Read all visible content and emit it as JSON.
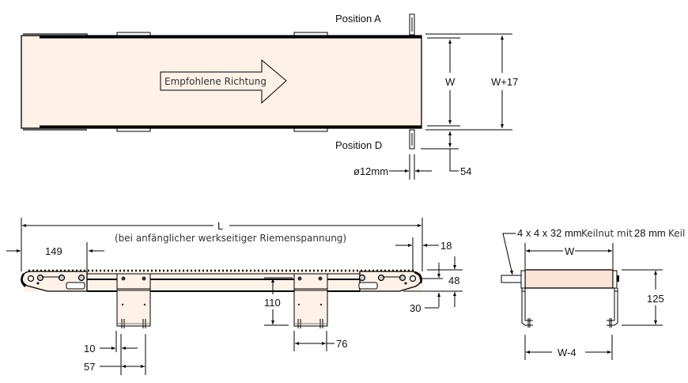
{
  "colors": {
    "belt": "#fdf1e8",
    "line": "#000000",
    "text": "#111111",
    "label": "#333333"
  },
  "top_view": {
    "direction_label": "Empfohlene Richtung",
    "position_a": "Position A",
    "position_d": "Position D",
    "dim_w": "W",
    "dim_w17": "W+17",
    "dim_shaft": "ø12mm",
    "dim_54": "54"
  },
  "side_view": {
    "dim_l": "L",
    "l_note": "(bei anfänglicher werkseitiger Riemenspannung)",
    "dim_149": "149",
    "dim_18": "18",
    "dim_48": "48",
    "dim_30": "30",
    "dim_110": "110",
    "dim_76": "76",
    "dim_10": "10",
    "dim_57": "57"
  },
  "end_view": {
    "key_size": "4 x 4 x 32 mm",
    "key_text1": "Keilnut mit",
    "key_len": "28 mm",
    "key_text2": "Keil",
    "dim_w": "W",
    "dim_w4": "W-4",
    "dim_125": "125"
  }
}
